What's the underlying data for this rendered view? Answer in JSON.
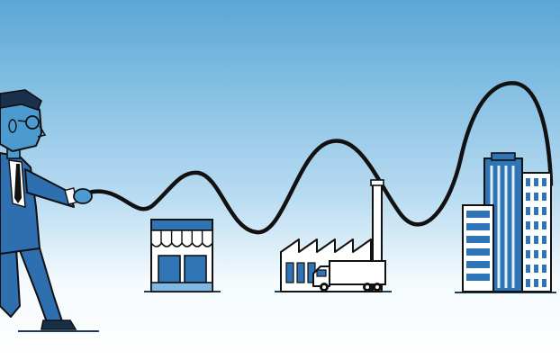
{
  "scene": {
    "palette": {
      "sky_top": "#5aa7d6",
      "sky_bottom": "#ffffff",
      "building_blue": "#2f74b4",
      "building_light": "#7fb8e2",
      "ink": "#111111",
      "skin": "#4b9bd1",
      "suit": "#2e6fb0"
    },
    "elements": {
      "man": "businessman-pulling-rope",
      "rope": "wavy-black-rope",
      "shop": "storefront-with-awning",
      "factory": "factory-with-chimney",
      "truck": "delivery-truck",
      "office": "office-tower-cluster"
    }
  }
}
